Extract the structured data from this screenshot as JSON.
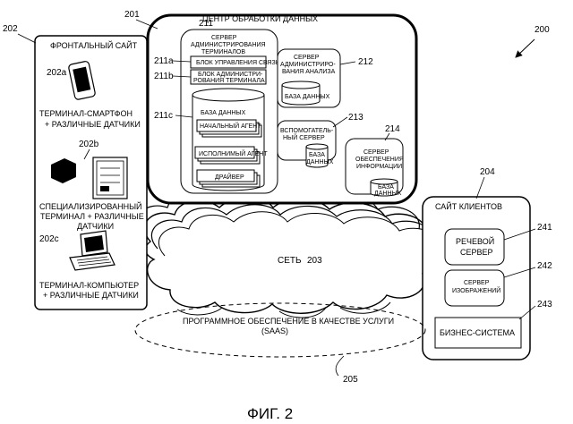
{
  "figure": {
    "caption": "ФИГ. 2",
    "system_ref": "200"
  },
  "data_center": {
    "ref": "201",
    "title": "ЦЕНТР ОБРАБОТКИ ДАННЫХ",
    "admin_server": {
      "ref": "211",
      "title_line1": "СЕРВЕР",
      "title_line2": "АДМИНИСТРИРОВАНИЯ",
      "title_line3": "ТЕРМИНАЛОВ",
      "unit_a_ref": "211a",
      "unit_a": "БЛОК УПРАВЛЕНИЯ СВЯЗЬЮ",
      "unit_b_ref": "211b",
      "unit_b_line1": "БЛОК АДМИНИСТРИ-",
      "unit_b_line2": "РОВАНИЯ ТЕРМИНАЛА",
      "db_ref": "211c",
      "db_title": "БАЗА ДАННЫХ",
      "db_items": [
        "НАЧАЛЬНЫЙ АГЕНТ",
        "ИСПОЛНИМЫЙ АГЕНТ",
        "ДРАЙВЕР"
      ]
    },
    "analysis_server": {
      "ref": "212",
      "line1": "СЕРВЕР",
      "line2": "АДМИНИСТРИРО-",
      "line3": "ВАНИЯ АНАЛИЗА",
      "db": "БАЗА ДАННЫХ"
    },
    "aux_server": {
      "ref": "213",
      "line1": "ВСПОМОГАТЕЛЬ-",
      "line2": "НЫЙ СЕРВЕР",
      "db_line1": "БАЗА",
      "db_line2": "ДАННЫХ"
    },
    "info_server": {
      "ref": "214",
      "line1": "СЕРВЕР",
      "line2": "ОБЕСПЕЧЕНИЯ",
      "line3": "ИНФОРМАЦИИ",
      "db_line1": "БАЗА",
      "db_line2": "ДАННЫХ"
    }
  },
  "front_site": {
    "ref": "202",
    "title": "ФРОНТАЛЬНЫЙ САЙТ",
    "smartphone": {
      "ref": "202a",
      "line1": "ТЕРМИНАЛ-СМАРТФОН",
      "line2": "+ РАЗЛИЧНЫЕ ДАТЧИКИ"
    },
    "special": {
      "ref": "202b",
      "line1": "СПЕЦИАЛИЗИРОВАННЫЙ",
      "line2": "ТЕРМИНАЛ + РАЗЛИЧНЫЕ",
      "line3": "ДАТЧИКИ"
    },
    "computer": {
      "ref": "202c",
      "line1": "ТЕРМИНАЛ-КОМПЬЮТЕР",
      "line2": "+ РАЗЛИЧНЫЕ ДАТЧИКИ"
    }
  },
  "network": {
    "label": "СЕТЬ",
    "ref": "203"
  },
  "client_site": {
    "ref": "204",
    "title": "САЙТ КЛИЕНТОВ",
    "voice_server": {
      "ref": "241",
      "line1": "РЕЧЕВОЙ",
      "line2": "СЕРВЕР"
    },
    "image_server": {
      "ref": "242",
      "line1": "СЕРВЕР",
      "line2": "ИЗОБРАЖЕНИЙ"
    },
    "business": {
      "ref": "243",
      "label": "БИЗНЕС-СИСТЕМА"
    }
  },
  "saas": {
    "ref": "205",
    "line1": "ПРОГРАММНОЕ ОБЕСПЕЧЕНИЕ В КАЧЕСТВЕ УСЛУГИ",
    "line2": "(SAAS)"
  }
}
